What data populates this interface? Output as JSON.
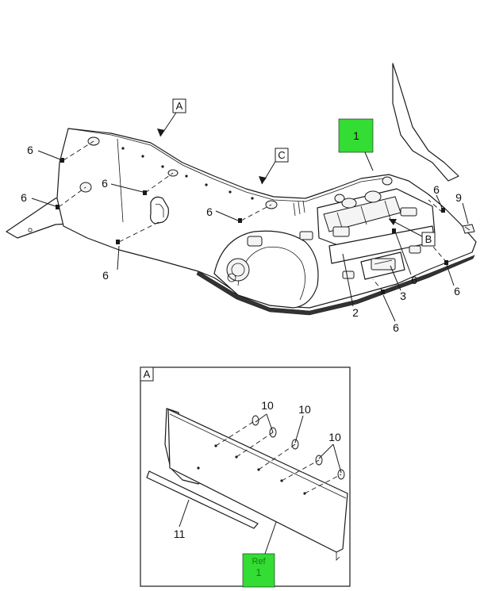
{
  "callouts": {
    "view_a": "A",
    "view_b": "B",
    "view_c": "C",
    "part_1": "1",
    "part_2": "2",
    "part_3": "3",
    "part_6": "6",
    "part_9": "9",
    "detail_title": "A",
    "part_10": "10",
    "part_11": "11",
    "ref_label": "Ref",
    "ref_number": "1"
  },
  "colors": {
    "highlight_green": "#33dd33",
    "line": "#1a1a1a"
  }
}
